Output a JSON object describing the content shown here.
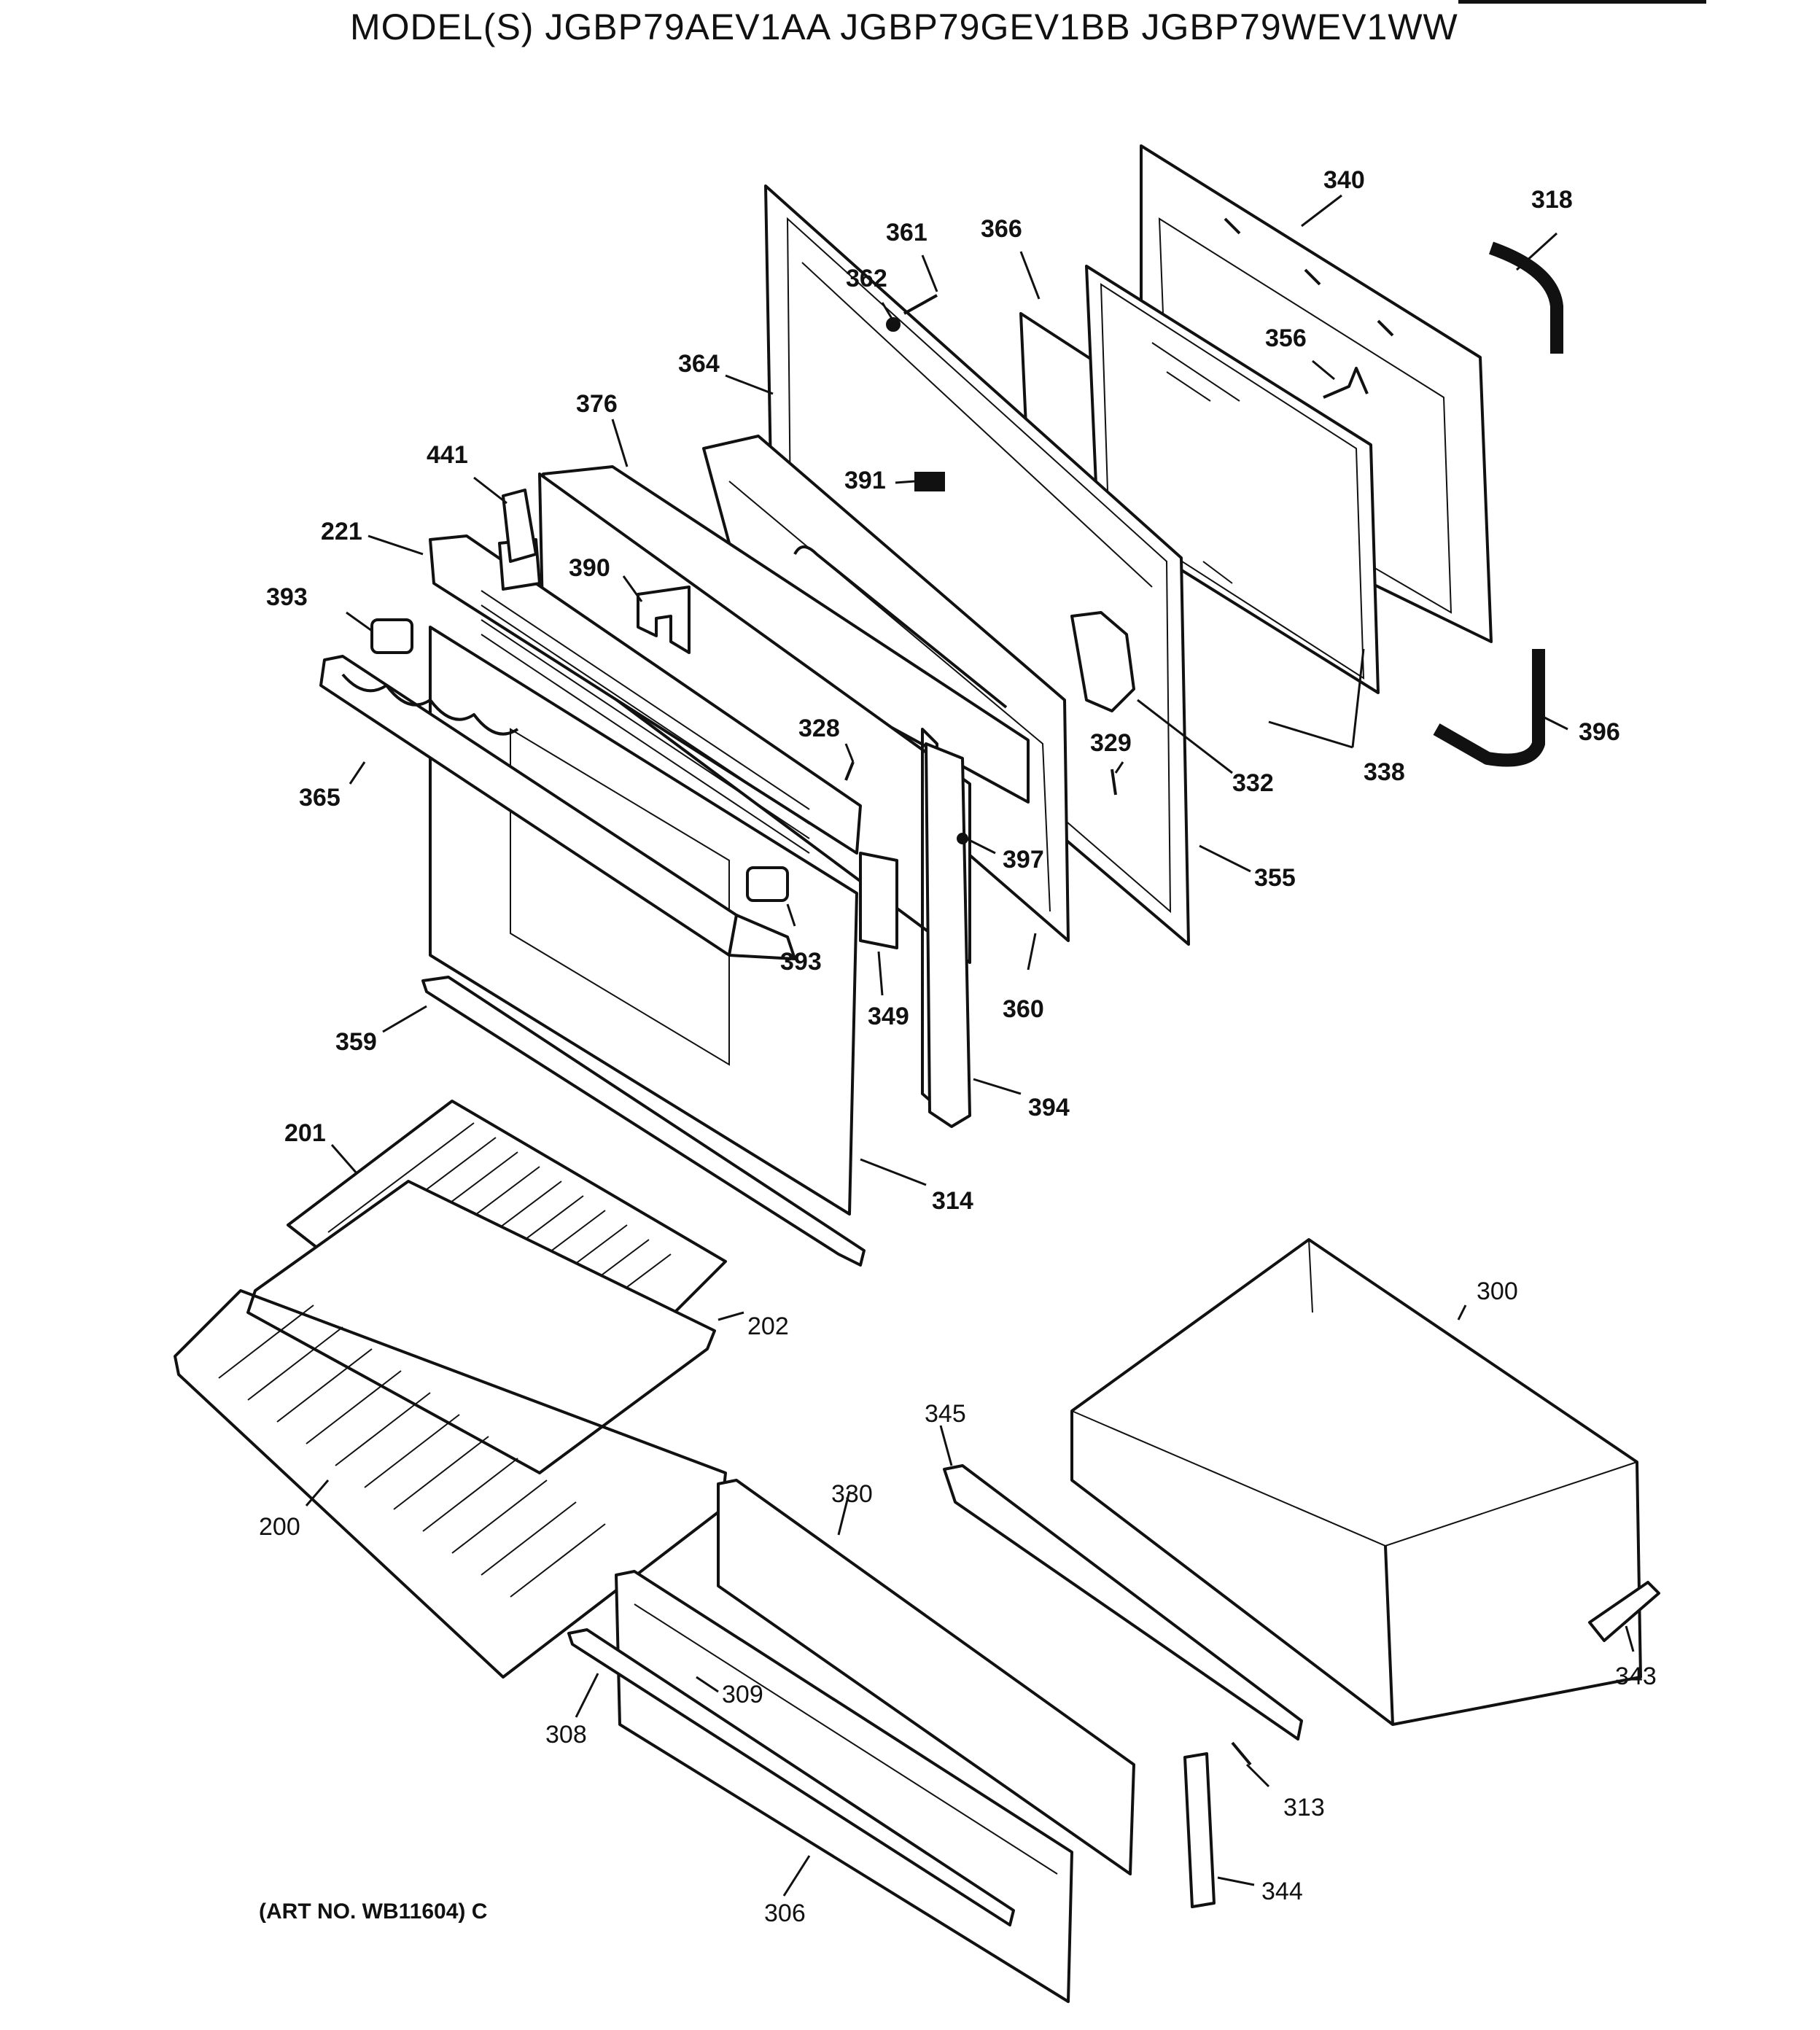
{
  "title": "MODEL(S) JGBP79AEV1AA  JGBP79GEV1BB  JGBP79WEV1WW",
  "art_number": "(ART NO. WB11604) C",
  "part_labels": [
    "340",
    "318",
    "361",
    "366",
    "362",
    "356",
    "364",
    "376",
    "441",
    "391",
    "221",
    "390",
    "393",
    "328",
    "329",
    "332",
    "338",
    "396",
    "365",
    "397",
    "355",
    "360",
    "393",
    "349",
    "359",
    "394",
    "201",
    "314",
    "300",
    "202",
    "345",
    "330",
    "200",
    "343",
    "309",
    "308",
    "313",
    "306",
    "344"
  ]
}
